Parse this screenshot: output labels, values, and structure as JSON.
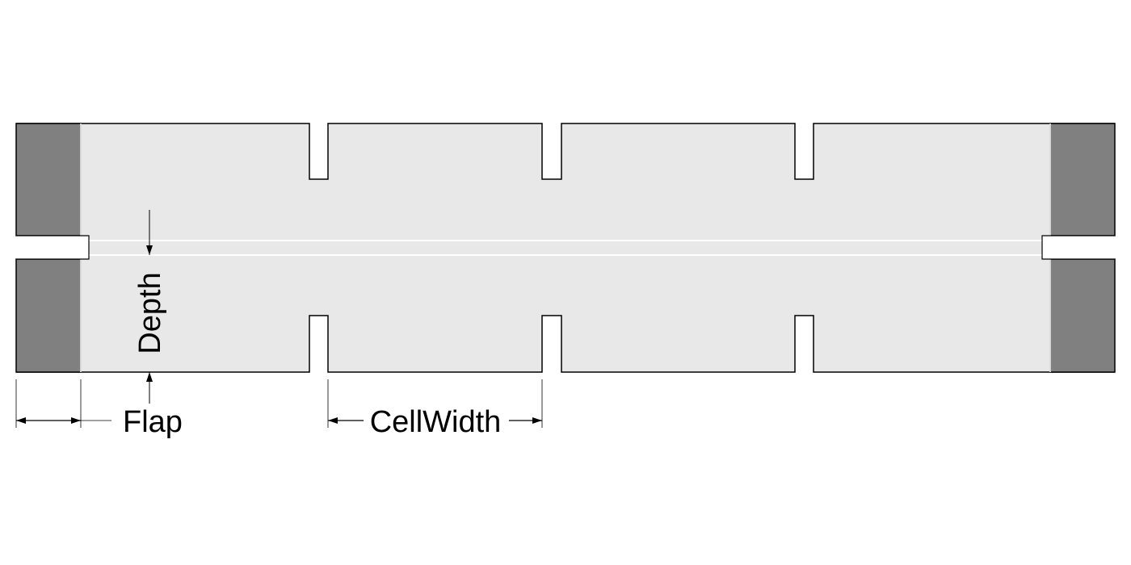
{
  "labels": {
    "depth": "Depth",
    "flap": "Flap",
    "cell_width": "CellWidth"
  },
  "colors": {
    "background": "#ffffff",
    "body_fill": "#e8e8e8",
    "flap_fill": "#808080",
    "outline": "#000000",
    "center_gap": "#ffffff"
  }
}
